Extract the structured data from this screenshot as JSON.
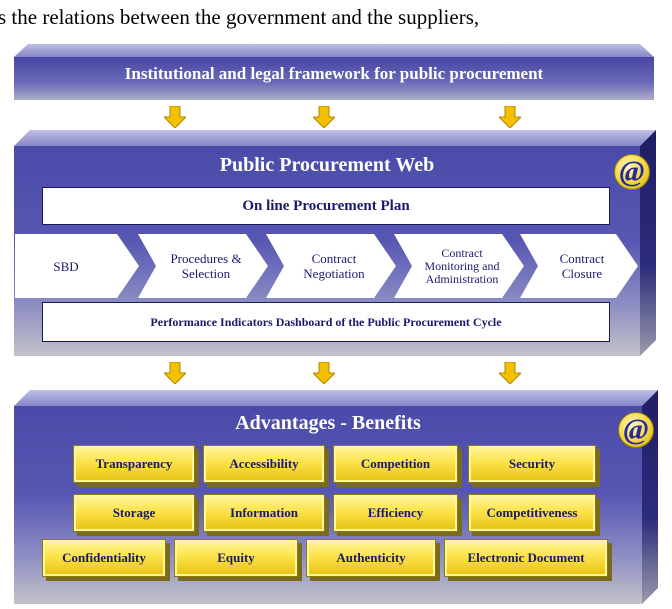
{
  "top_text": "s the relations between the government and the suppliers,",
  "framework_label": "Institutional and legal framework for public procurement",
  "web": {
    "title": "Public Procurement Web",
    "plan": "On line Procurement Plan",
    "steps": [
      {
        "lines": [
          "SBD"
        ]
      },
      {
        "lines": [
          "Procedures &",
          "Selection"
        ]
      },
      {
        "lines": [
          "Contract",
          "Negotiation"
        ]
      },
      {
        "lines": [
          "Contract",
          "Monitoring and",
          "Administration"
        ]
      },
      {
        "lines": [
          "Contract",
          "Closure"
        ]
      }
    ],
    "dashboard": "Performance Indicators Dashboard of the Public Procurement Cycle",
    "icon": "@"
  },
  "benefits": {
    "title": "Advantages - Benefits",
    "icon": "@",
    "row1": [
      "Transparency",
      "Accessibility",
      "Competition",
      "Security"
    ],
    "row2": [
      "Storage",
      "Information",
      "Efficiency",
      "Competitiveness"
    ],
    "row3": [
      "Confidentiality",
      "Equity",
      "Authenticity",
      "Electronic Document"
    ]
  },
  "colors": {
    "panel": "#5757b3",
    "arrow": "#f5c000",
    "benefit": "#fbe34a",
    "text": "#1a1a6e"
  },
  "icons": {
    "arrow": "down-arrow-icon",
    "at": "at-sign-icon"
  }
}
